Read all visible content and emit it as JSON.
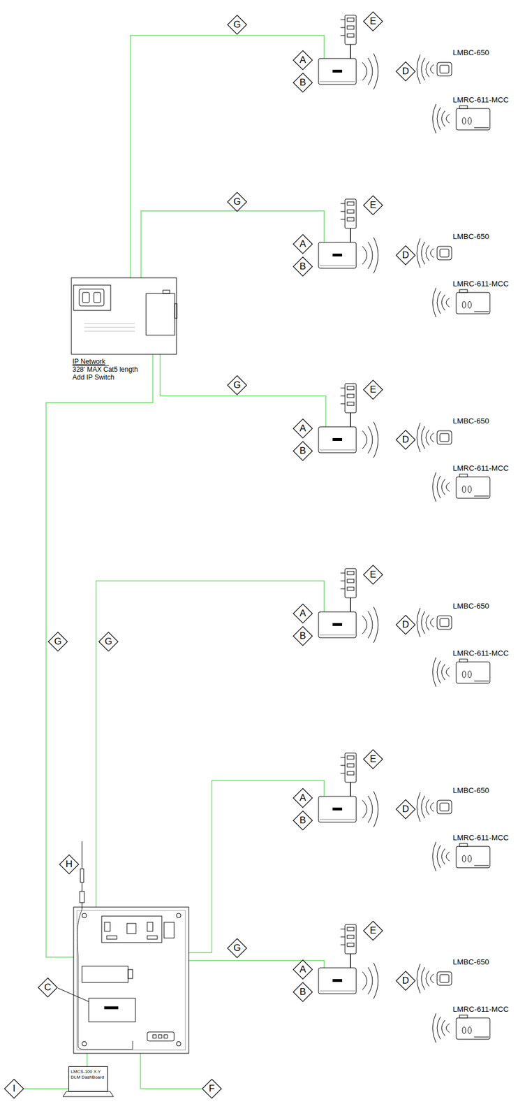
{
  "diagram": {
    "nodes": [
      {
        "text": [
          "IP Network",
          "328' MAX Cat5 length",
          "Add IP Switch"
        ]
      },
      {
        "text": [
          "LMBC-650"
        ]
      },
      {
        "text": [
          "LMRC-611-MCC"
        ]
      },
      {
        "text": [
          "LMBC-650"
        ]
      },
      {
        "text": [
          "LMRC-611-MCC"
        ]
      },
      {
        "text": [
          "LMBC-650"
        ]
      },
      {
        "text": [
          "LMRC-611-MCC"
        ]
      },
      {
        "text": [
          "LMBC-650"
        ]
      },
      {
        "text": [
          "LMRC-611-MCC"
        ]
      },
      {
        "text": [
          "LMBC-650"
        ]
      },
      {
        "text": [
          "LMRC-611-MCC"
        ]
      },
      {
        "text": [
          "LMBC-650"
        ]
      },
      {
        "text": [
          "LMRC-611-MCC"
        ]
      },
      {
        "text": [
          "LMCS-100 X.Y DLM DashBoard"
        ]
      }
    ],
    "labels": [
      "G",
      "E",
      "A",
      "B",
      "D",
      "G",
      "E",
      "A",
      "B",
      "D",
      "G",
      "E",
      "A",
      "B",
      "D",
      "G",
      "G",
      "E",
      "A",
      "B",
      "D",
      "E",
      "A",
      "B",
      "D",
      "H",
      "G",
      "E",
      "A",
      "B",
      "D",
      "C",
      "I",
      "F"
    ]
  }
}
